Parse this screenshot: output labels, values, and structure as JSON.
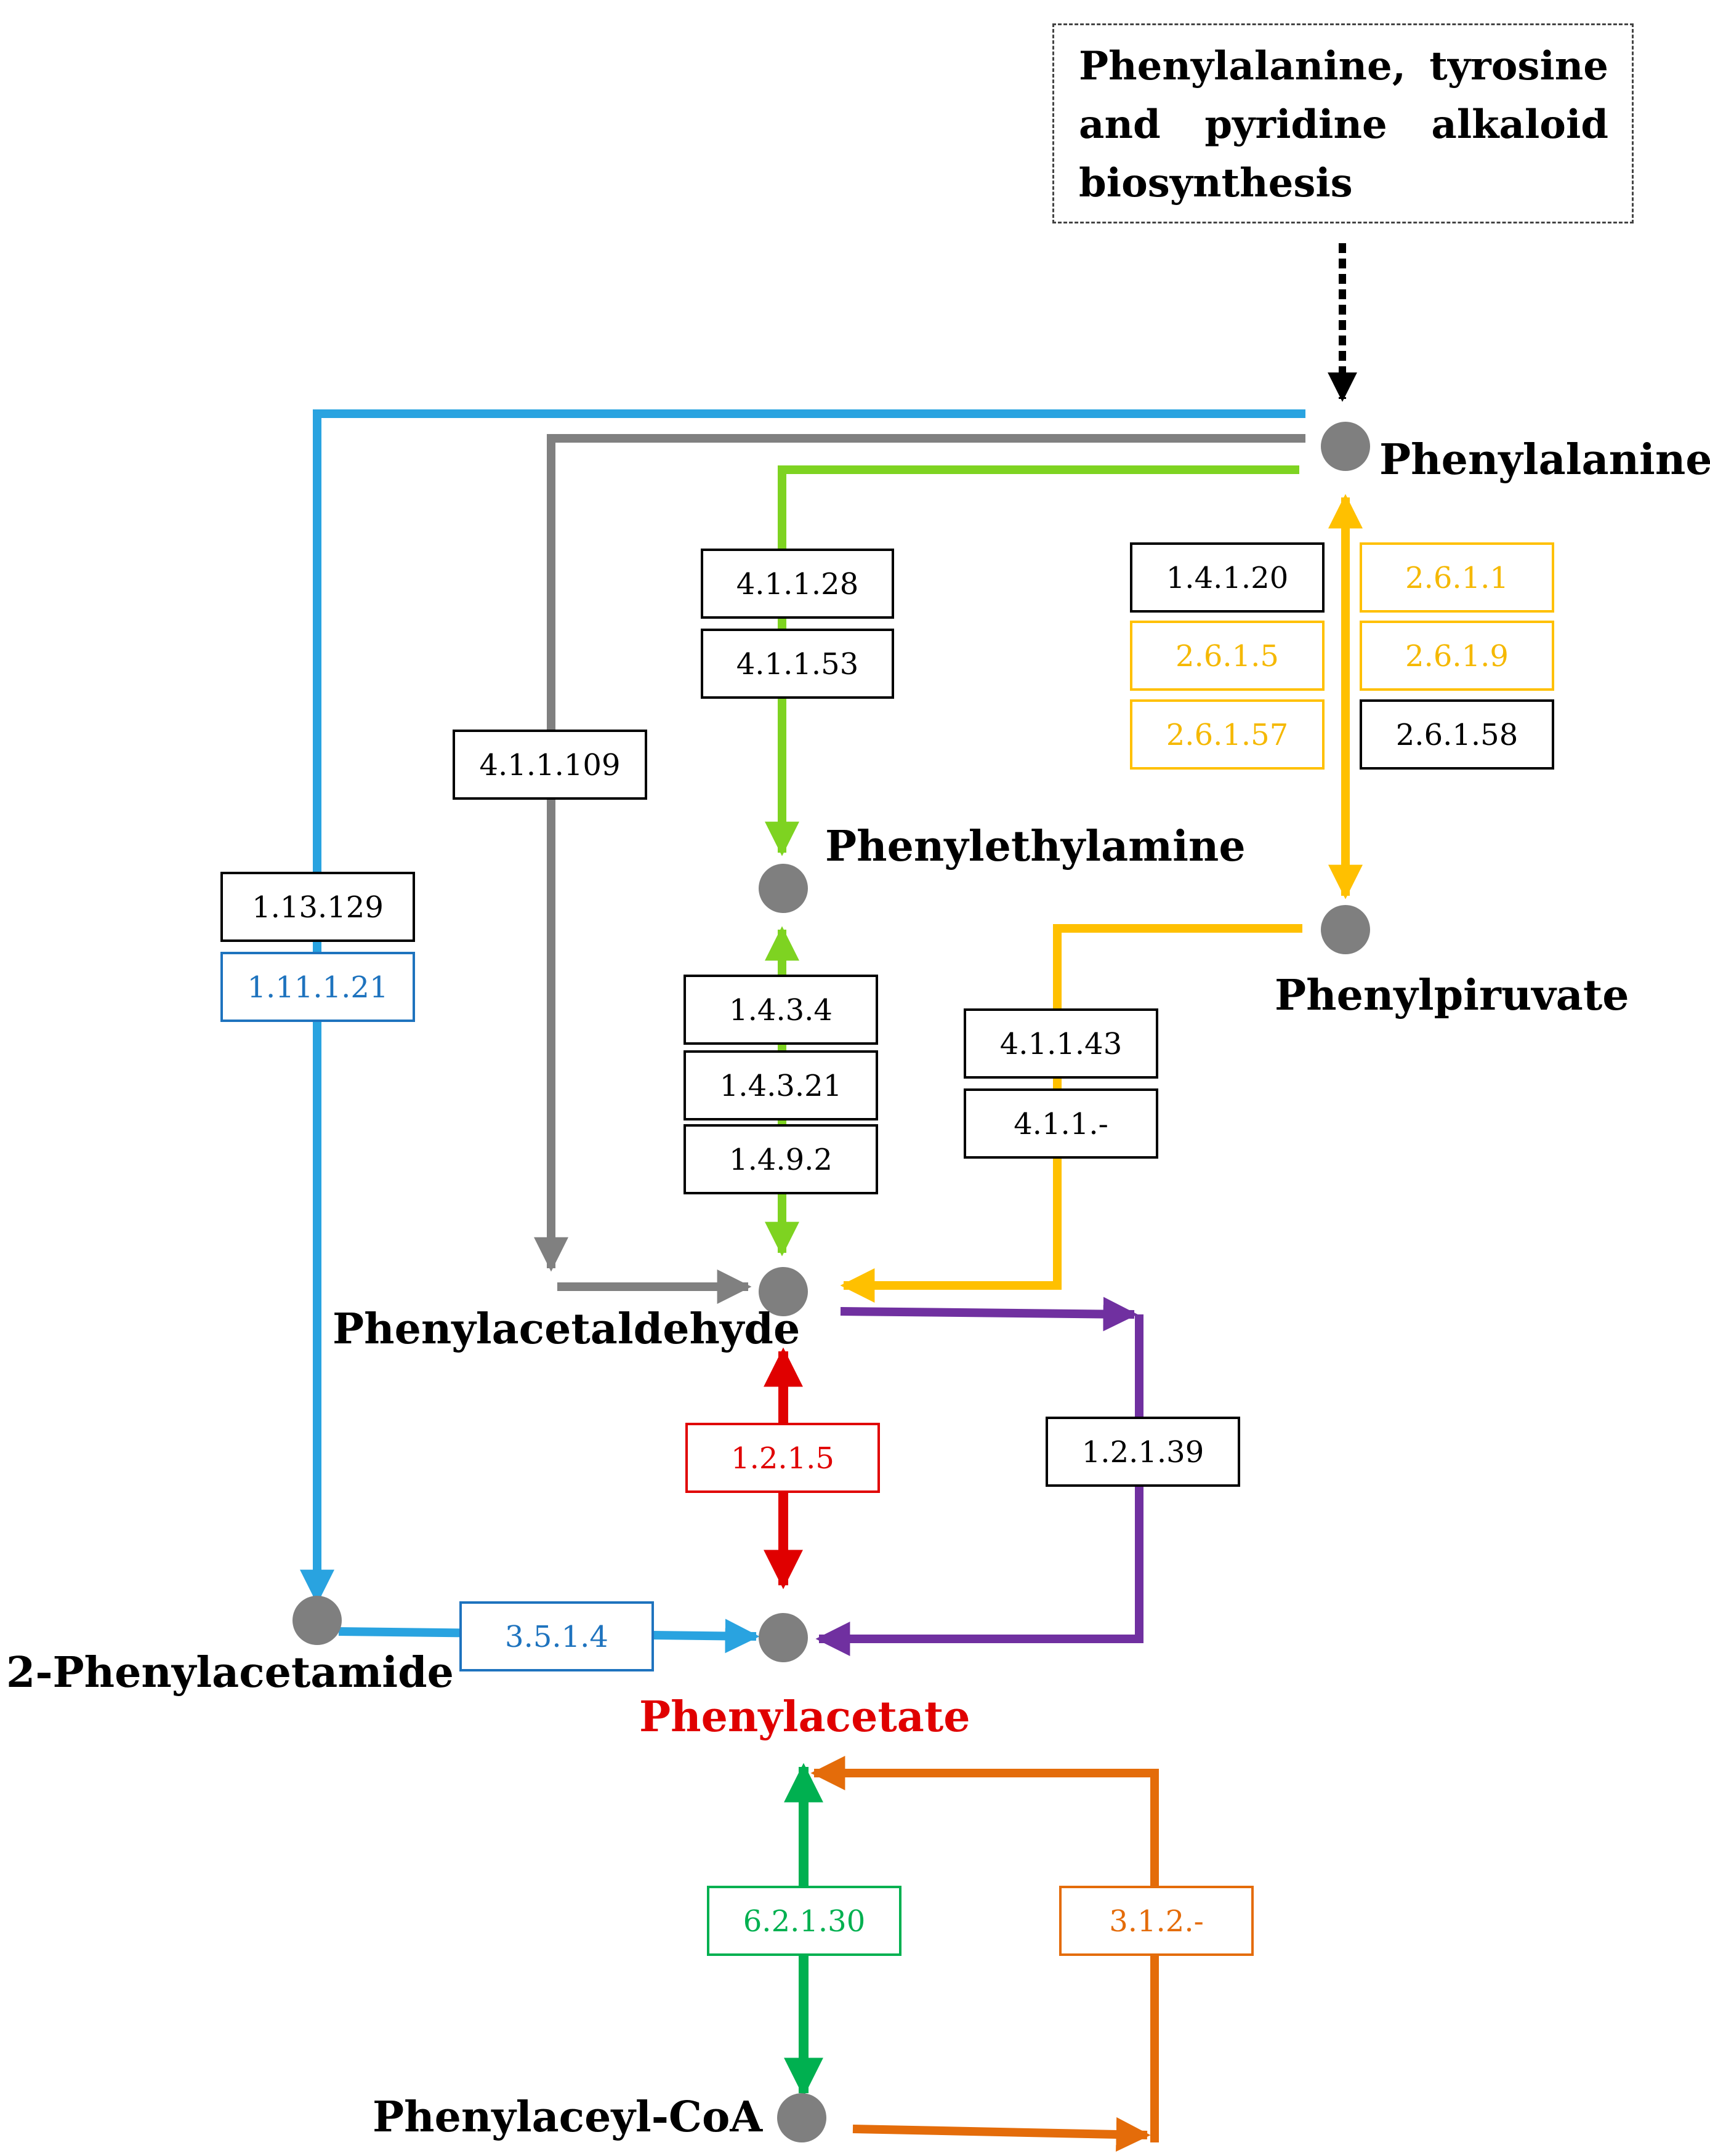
{
  "source_pathway": "Phenylalanine, tyrosine and pyridine alkaloid biosynthesis",
  "colors": {
    "blue": "#29a3e0",
    "blue_text": "#1e73be",
    "gray": "#808080",
    "light_green": "#7ed321",
    "yellow": "#ffc000",
    "yellow_text": "#f5b800",
    "purple": "#7030a0",
    "red": "#e00000",
    "green": "#00b050",
    "orange": "#e46c0a",
    "black": "#000000",
    "node": "#7f7f7f"
  },
  "compounds": {
    "phenylalanine": "Phenylalanine",
    "phenylethylamine": "Phenylethylamine",
    "phenylpiruvate": "Phenylpiruvate",
    "phenylacetaldehyde": "Phenylacetaldehyde",
    "phenylacetamide": "2-Phenylacetamide",
    "phenylacetate": "Phenylacetate",
    "phenylaceyl_coa": "Phenylaceyl-CoA"
  },
  "enzymes": {
    "e_4_1_1_28": "4.1.1.28",
    "e_4_1_1_53": "4.1.1.53",
    "e_1_4_1_20": "1.4.1.20",
    "e_2_6_1_1": "2.6.1.1",
    "e_2_6_1_5": "2.6.1.5",
    "e_2_6_1_9": "2.6.1.9",
    "e_2_6_1_57": "2.6.1.57",
    "e_2_6_1_58": "2.6.1.58",
    "e_4_1_1_109": "4.1.1.109",
    "e_1_13_129": "1.13.129",
    "e_1_11_1_21": "1.11.1.21",
    "e_1_4_3_4": "1.4.3.4",
    "e_1_4_3_21": "1.4.3.21",
    "e_1_4_9_2": "1.4.9.2",
    "e_4_1_1_43": "4.1.1.43",
    "e_4_1_1_dash": "4.1.1.-",
    "e_1_2_1_5": "1.2.1.5",
    "e_1_2_1_39": "1.2.1.39",
    "e_3_5_1_4": "3.5.1.4",
    "e_6_2_1_30": "6.2.1.30",
    "e_3_1_2_dash": "3.1.2.-"
  }
}
